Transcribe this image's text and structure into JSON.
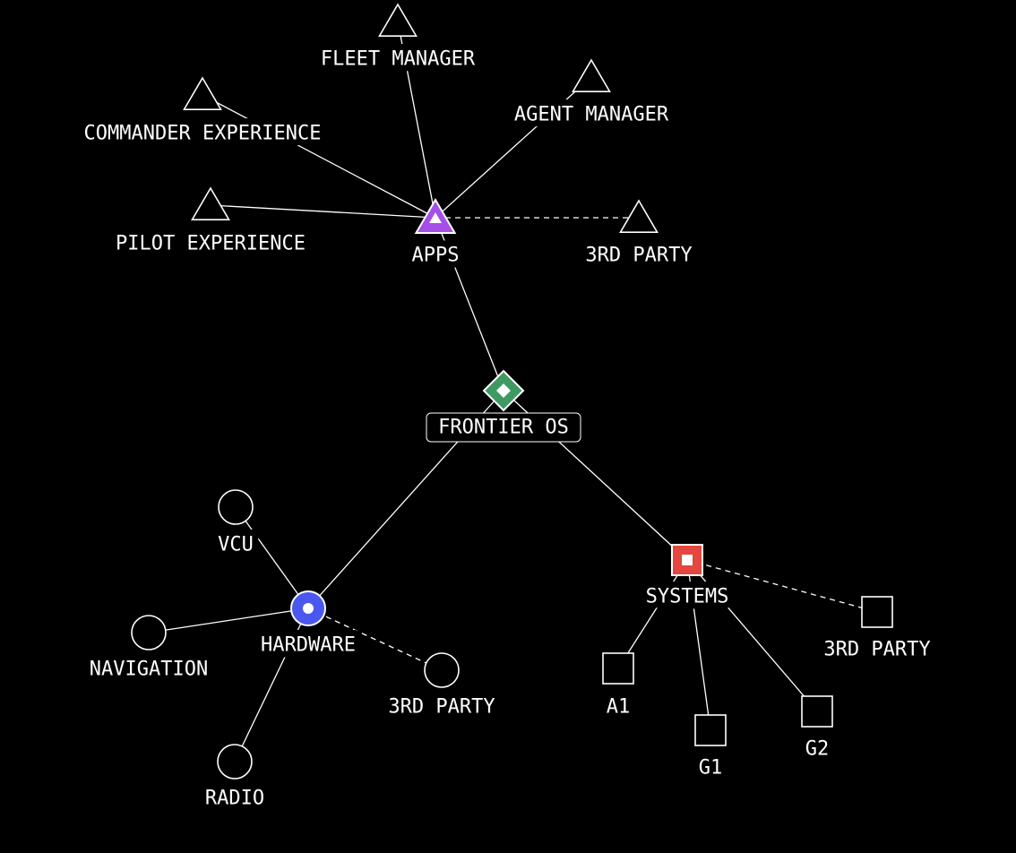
{
  "title": "FRONTIER OS",
  "colors": {
    "apps": "#a64ee8",
    "core": "#3f9a62",
    "hardware": "#4a58ef",
    "systems": "#e3473d",
    "line": "#ffffff",
    "bg": "#000000"
  },
  "nodes": [
    {
      "id": "core",
      "label": "FRONTIER OS",
      "shape": "diamond",
      "color": "core",
      "hub": true
    },
    {
      "id": "apps",
      "label": "APPS",
      "shape": "triangle",
      "color": "apps",
      "hub": true
    },
    {
      "id": "fleet",
      "label": "FLEET MANAGER",
      "shape": "triangle"
    },
    {
      "id": "commander",
      "label": "COMMANDER EXPERIENCE",
      "shape": "triangle"
    },
    {
      "id": "agent",
      "label": "AGENT MANAGER",
      "shape": "triangle"
    },
    {
      "id": "pilot",
      "label": "PILOT EXPERIENCE",
      "shape": "triangle"
    },
    {
      "id": "apps3p",
      "label": "3RD PARTY",
      "shape": "triangle"
    },
    {
      "id": "hardware",
      "label": "HARDWARE",
      "shape": "circle",
      "color": "hardware",
      "hub": true
    },
    {
      "id": "vcu",
      "label": "VCU",
      "shape": "circle"
    },
    {
      "id": "nav",
      "label": "NAVIGATION",
      "shape": "circle"
    },
    {
      "id": "radio",
      "label": "RADIO",
      "shape": "circle"
    },
    {
      "id": "hw3p",
      "label": "3RD PARTY",
      "shape": "circle"
    },
    {
      "id": "systems",
      "label": "SYSTEMS",
      "shape": "square",
      "color": "systems",
      "hub": true
    },
    {
      "id": "sys3p",
      "label": "3RD PARTY",
      "shape": "square"
    },
    {
      "id": "a1",
      "label": "A1",
      "shape": "square"
    },
    {
      "id": "g1",
      "label": "G1",
      "shape": "square"
    },
    {
      "id": "g2",
      "label": "G2",
      "shape": "square"
    }
  ],
  "edges": [
    {
      "from": "core",
      "to": "apps",
      "style": "solid"
    },
    {
      "from": "core",
      "to": "hardware",
      "style": "solid"
    },
    {
      "from": "core",
      "to": "systems",
      "style": "solid"
    },
    {
      "from": "apps",
      "to": "fleet",
      "style": "solid"
    },
    {
      "from": "apps",
      "to": "commander",
      "style": "solid"
    },
    {
      "from": "apps",
      "to": "agent",
      "style": "solid"
    },
    {
      "from": "apps",
      "to": "pilot",
      "style": "solid"
    },
    {
      "from": "apps",
      "to": "apps3p",
      "style": "dashed"
    },
    {
      "from": "hardware",
      "to": "vcu",
      "style": "solid"
    },
    {
      "from": "hardware",
      "to": "nav",
      "style": "solid"
    },
    {
      "from": "hardware",
      "to": "radio",
      "style": "solid"
    },
    {
      "from": "hardware",
      "to": "hw3p",
      "style": "dashed"
    },
    {
      "from": "systems",
      "to": "sys3p",
      "style": "dashed"
    },
    {
      "from": "systems",
      "to": "a1",
      "style": "solid"
    },
    {
      "from": "systems",
      "to": "g1",
      "style": "solid"
    },
    {
      "from": "systems",
      "to": "g2",
      "style": "solid"
    }
  ]
}
